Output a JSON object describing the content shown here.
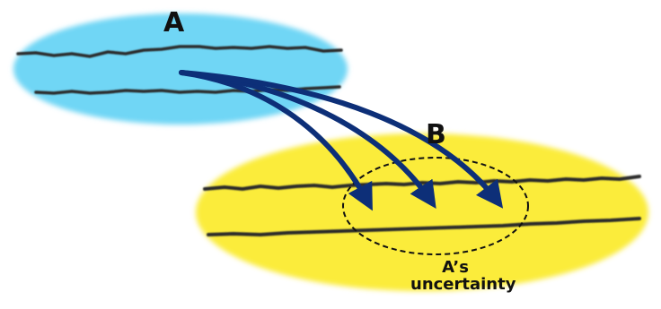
{
  "labels": {
    "a": "A",
    "b": "B",
    "caption_line1": "A’s",
    "caption_line2": "uncertainty"
  },
  "colors": {
    "ellipse_a": "#6fd6f5",
    "ellipse_b": "#fbec3a",
    "arrow": "#0d2f78",
    "dashed_outline": "#111111",
    "line": "#2c2c2c"
  }
}
